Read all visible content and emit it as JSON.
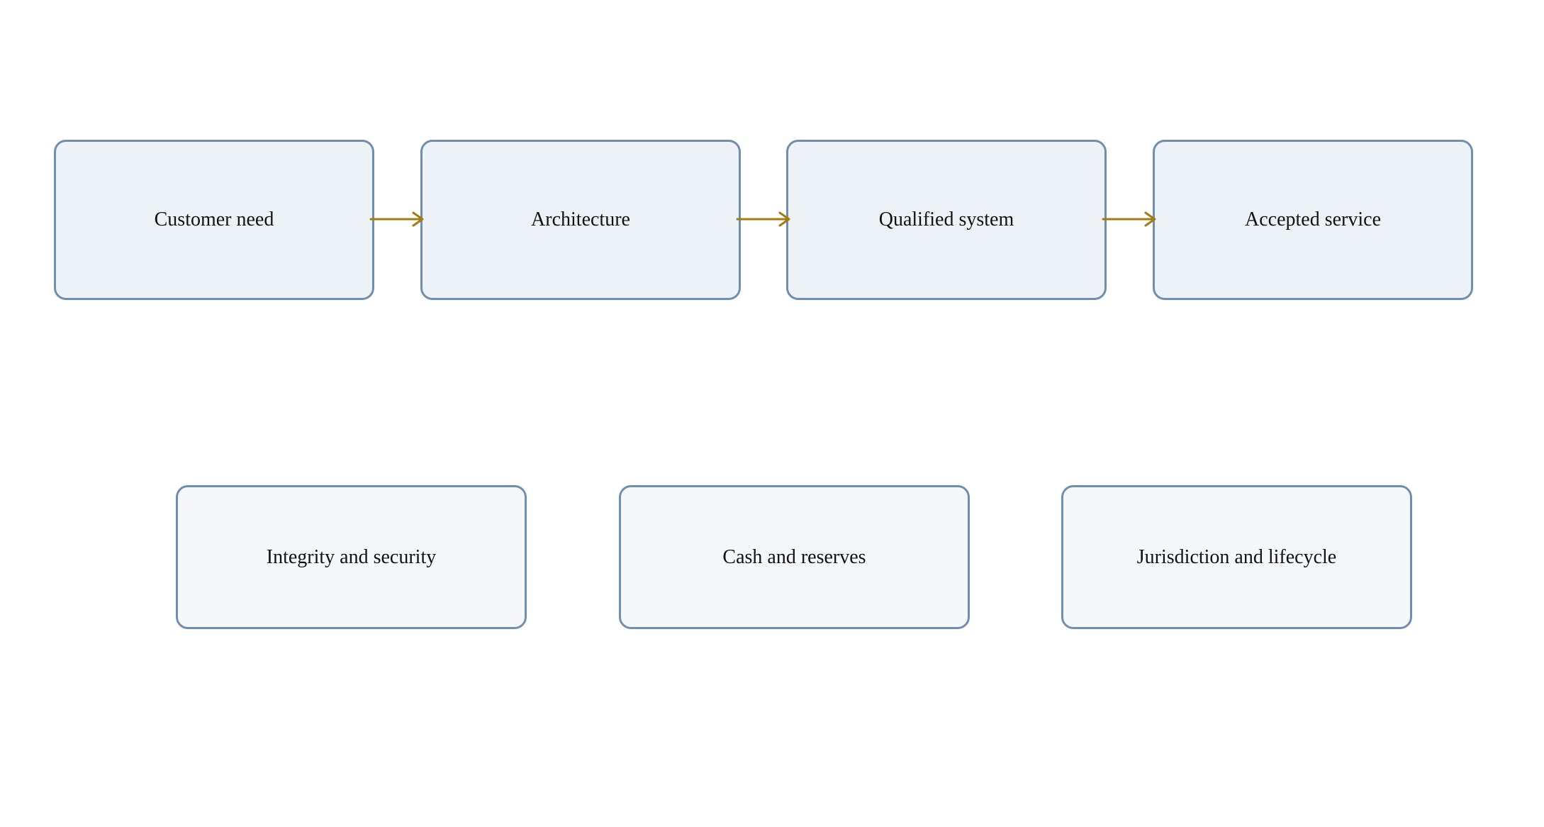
{
  "flow": {
    "steps": [
      {
        "label": "Customer need"
      },
      {
        "label": "Architecture"
      },
      {
        "label": "Qualified system"
      },
      {
        "label": "Accepted service"
      }
    ]
  },
  "domains": {
    "items": [
      {
        "label": "Integrity and security"
      },
      {
        "label": "Cash and reserves"
      },
      {
        "label": "Jurisdiction and lifecycle"
      }
    ]
  },
  "colors": {
    "box_border": "#6f8fad",
    "primary_fill": "#edf2f7",
    "secondary_fill": "#f5f7fa",
    "arrow": "#a57a12"
  },
  "icons": {
    "connector": "arrow-right-icon"
  }
}
